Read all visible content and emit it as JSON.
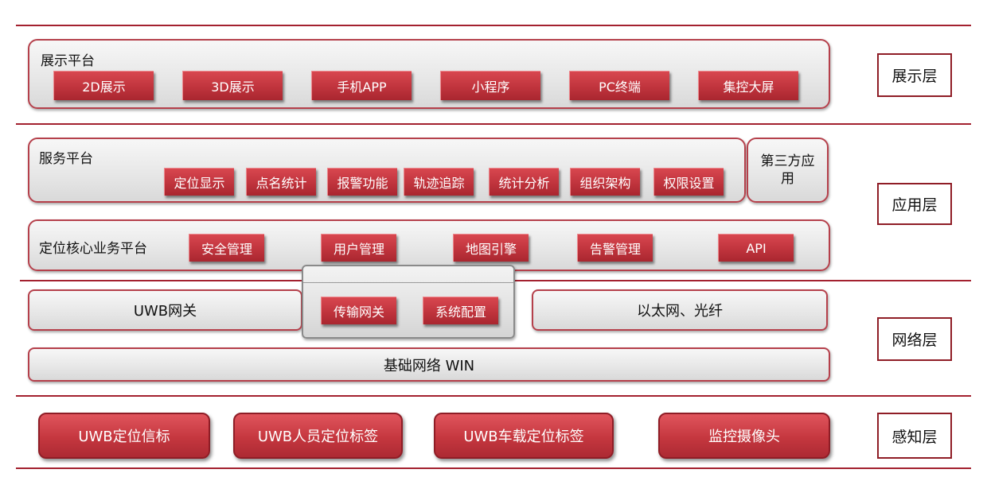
{
  "layers": {
    "display": "展示层",
    "application": "应用层",
    "network": "网络层",
    "perception": "感知层"
  },
  "display_platform": {
    "title": "展示平台",
    "items": [
      "2D展示",
      "3D展示",
      "手机APP",
      "小程序",
      "PC终端",
      "集控大屏"
    ]
  },
  "service_platform": {
    "title": "服务平台",
    "items": [
      "定位显示",
      "点名统计",
      "报警功能",
      "轨迹追踪",
      "统计分析",
      "组织架构",
      "权限设置"
    ],
    "third_party": "第三方应用"
  },
  "core_platform": {
    "title": "定位核心业务平台",
    "items": [
      "安全管理",
      "用户管理",
      "地图引擎",
      "告警管理",
      "API"
    ]
  },
  "network": {
    "uwb_gateway": "UWB网关",
    "transport_gateway": "传输网关",
    "system_config": "系统配置",
    "ethernet": "以太网、光纤",
    "base_network": "基础网络 WIN"
  },
  "perception": {
    "items": [
      "UWB定位信标",
      "UWB人员定位标签",
      "UWB车载定位标签",
      "监控摄像头"
    ]
  }
}
